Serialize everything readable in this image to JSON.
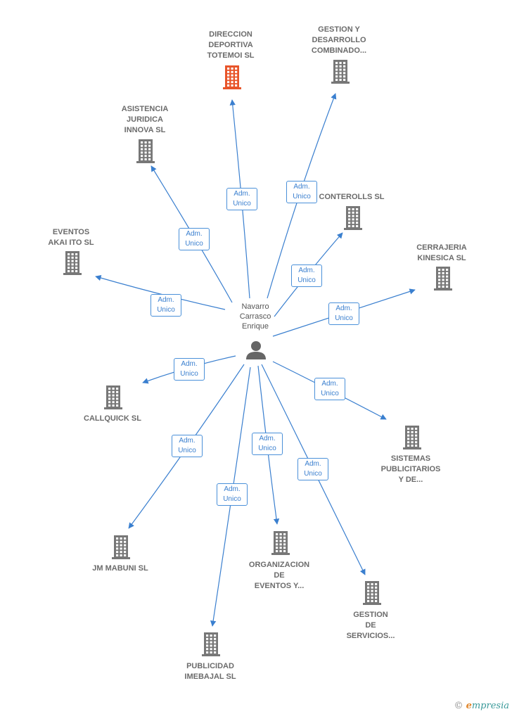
{
  "center": {
    "name_lines": [
      "Navarro",
      "Carrasco",
      "Enrique"
    ],
    "icon": "person-icon"
  },
  "relation_label": [
    "Adm.",
    "Unico"
  ],
  "colors": {
    "line": "#3a7fcf",
    "building": "#777777",
    "highlight": "#e8552a"
  },
  "companies": [
    {
      "id": "direccion",
      "lines": [
        "DIRECCION",
        "DEPORTIVA",
        "TOTEMOI  SL"
      ],
      "highlight": true
    },
    {
      "id": "gestion-desarrollo",
      "lines": [
        "GESTION Y",
        "DESARROLLO",
        "COMBINADO..."
      ]
    },
    {
      "id": "asistencia",
      "lines": [
        "ASISTENCIA",
        "JURIDICA",
        "INNOVA  SL"
      ]
    },
    {
      "id": "conterolls",
      "lines": [
        "CONTEROLLS SL"
      ]
    },
    {
      "id": "eventos",
      "lines": [
        "EVENTOS",
        "AKAI ITO  SL"
      ]
    },
    {
      "id": "cerrajeria",
      "lines": [
        "CERRAJERIA",
        "KINESICA  SL"
      ]
    },
    {
      "id": "callquick",
      "lines": [
        "CALLQUICK  SL"
      ]
    },
    {
      "id": "sistemas",
      "lines": [
        "SISTEMAS",
        "PUBLICITARIOS",
        "Y DE..."
      ]
    },
    {
      "id": "jm-mabuni",
      "lines": [
        "JM MABUNI SL"
      ]
    },
    {
      "id": "organizacion",
      "lines": [
        "ORGANIZACION",
        "DE",
        "EVENTOS Y..."
      ]
    },
    {
      "id": "gestion-servicios",
      "lines": [
        "GESTION",
        "DE",
        "SERVICIOS..."
      ]
    },
    {
      "id": "publicidad",
      "lines": [
        "PUBLICIDAD",
        "IMEBAJAL  SL"
      ]
    }
  ],
  "footer": {
    "copyright": "©",
    "brand_e": "e",
    "brand_rest": "mpresia"
  }
}
